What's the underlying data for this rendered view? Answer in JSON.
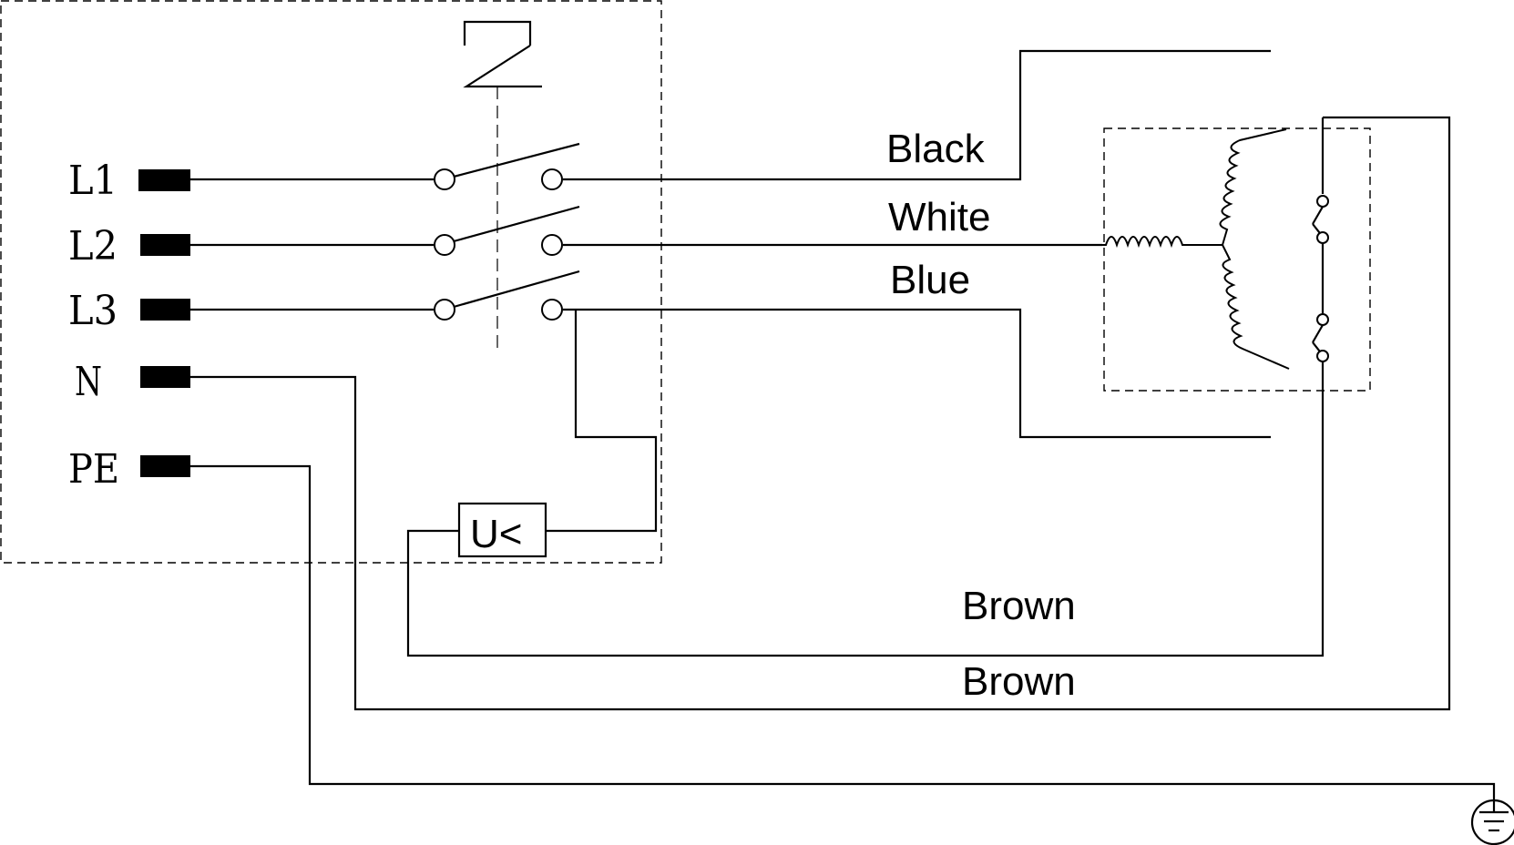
{
  "terminals": {
    "l1": "L1",
    "l2": "L2",
    "l3": "L3",
    "n": "N",
    "pe": "PE"
  },
  "wires": {
    "black": "Black",
    "white": "White",
    "blue": "Blue",
    "brown_upper": "Brown",
    "brown_lower": "Brown"
  },
  "undervoltage_release": "U<",
  "icons": [
    "contactor-switch-icon",
    "motor-winding-icon",
    "thermal-contact-icon",
    "ground-icon"
  ]
}
